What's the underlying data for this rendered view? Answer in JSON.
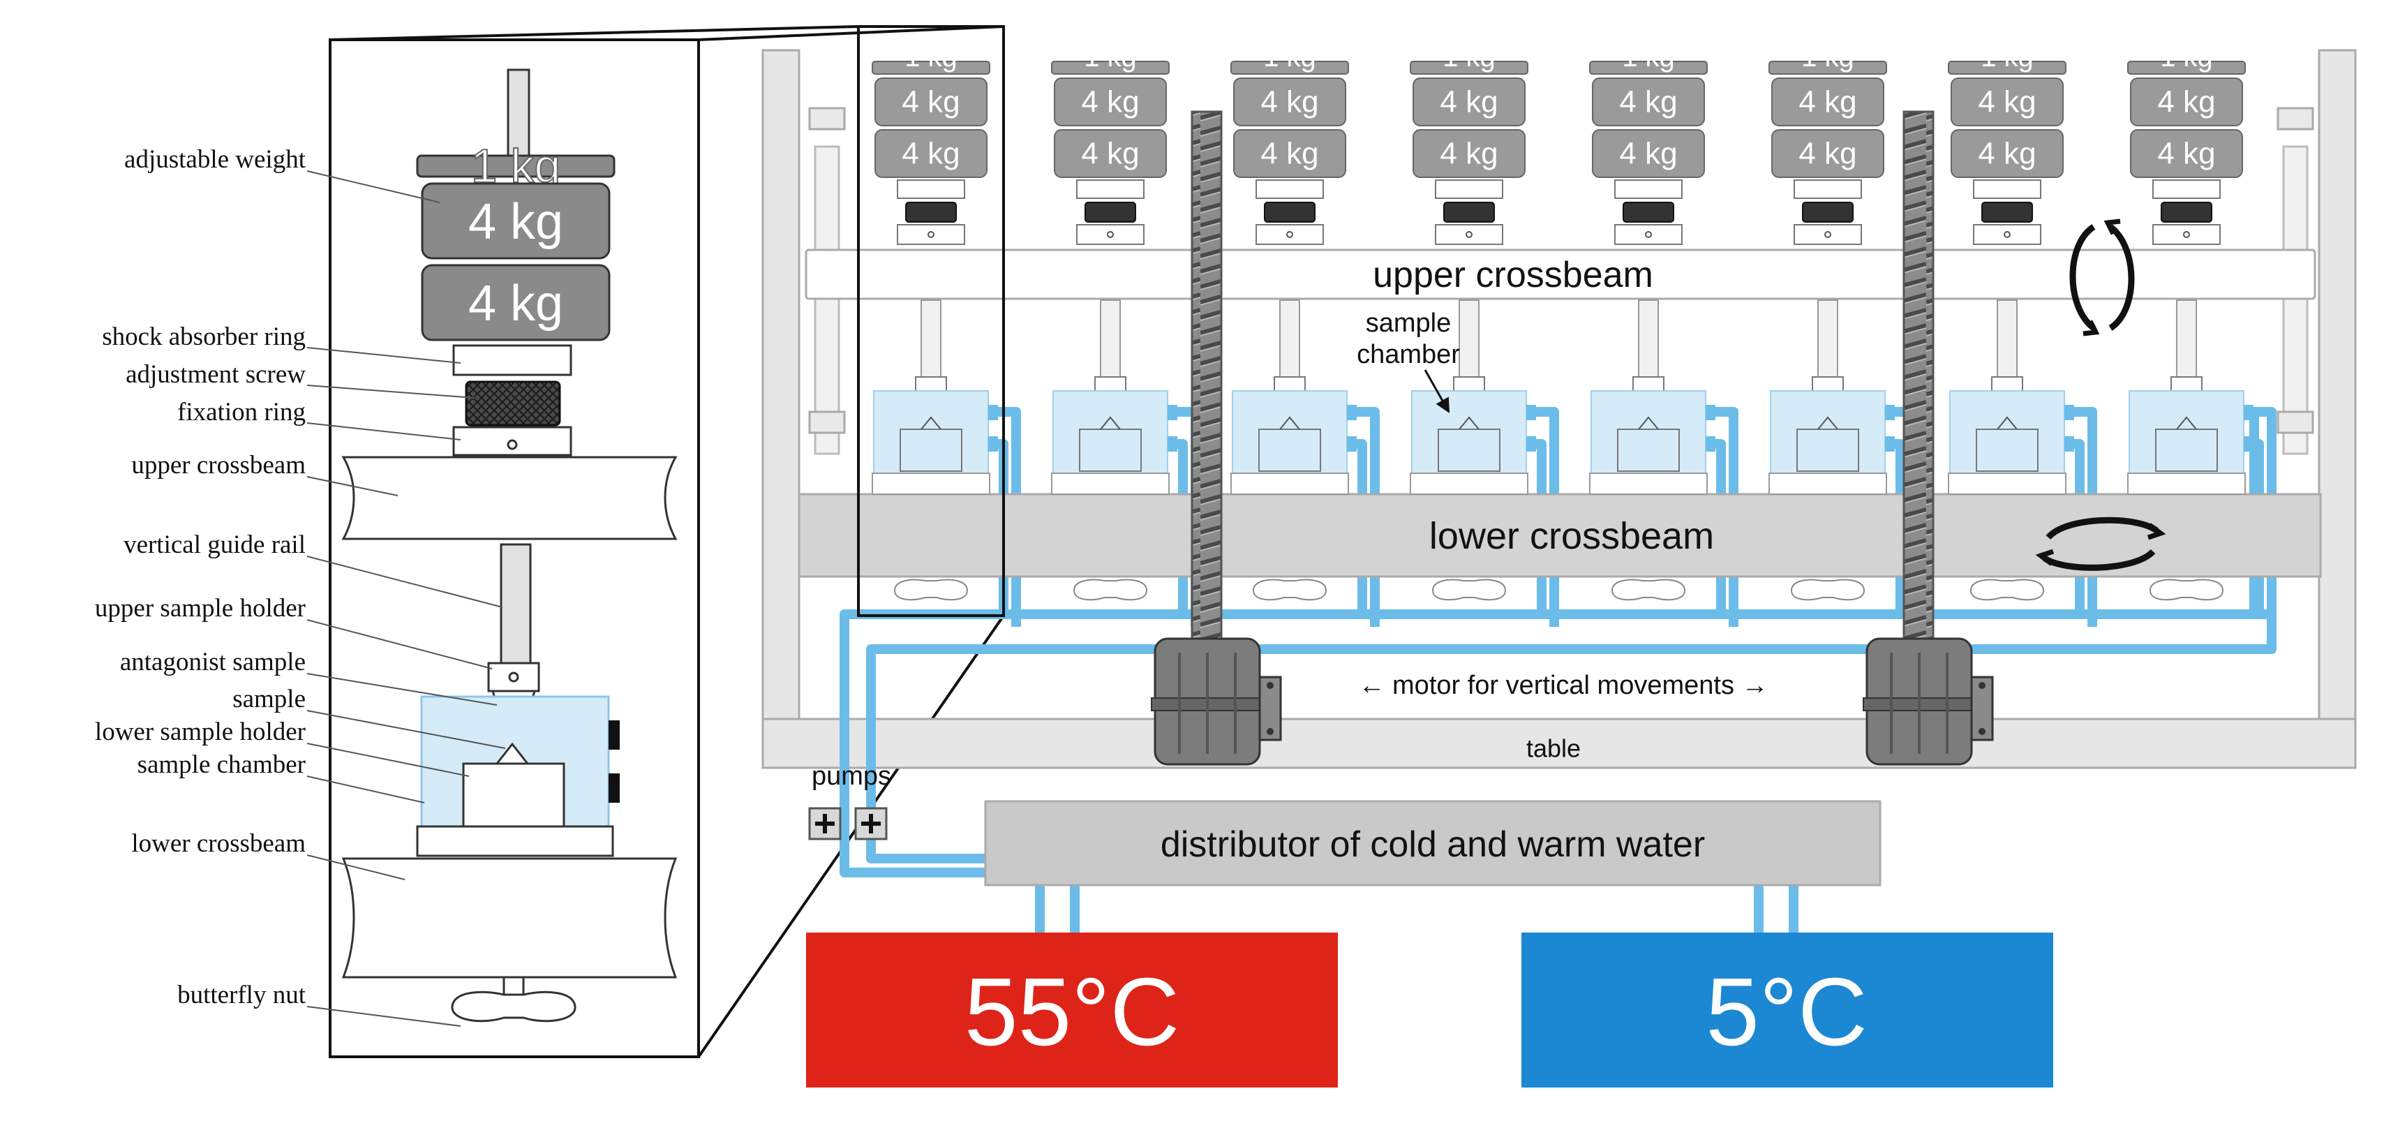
{
  "weights": {
    "top": "1 kg",
    "middle": "4 kg",
    "bottom": "4 kg"
  },
  "detail_labels": [
    "adjustable weight",
    "shock absorber ring",
    "adjustment screw",
    "fixation ring",
    "upper crossbeam",
    "vertical guide rail",
    "upper sample holder",
    "antagonist sample",
    "sample",
    "lower sample holder",
    "sample chamber",
    "lower crossbeam",
    "butterfly nut"
  ],
  "machine": {
    "upper_crossbeam": "upper crossbeam",
    "lower_crossbeam": "lower crossbeam",
    "sample_chamber_line1": "sample",
    "sample_chamber_line2": "chamber",
    "motor": "← motor for vertical movements →",
    "table": "table",
    "pumps": "pumps",
    "distributor": "distributor of cold and warm water",
    "hot_bath": "55°C",
    "cold_bath": "5°C"
  },
  "colors": {
    "water_pipe": "#6bbce9",
    "chamber": "#d6ebf8",
    "hot_bath": "#de2419",
    "cold_bath": "#1c87d3",
    "weight": "#8a8a8a",
    "beam": "#d3d3d3",
    "frame": "#e6e6e6",
    "motor": "#7c7c7c"
  }
}
